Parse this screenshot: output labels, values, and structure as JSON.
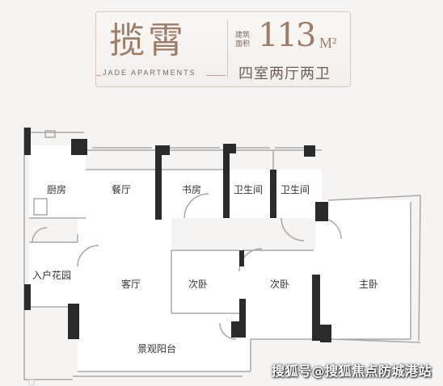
{
  "header": {
    "title": "揽霄",
    "subtitle": "JADE APARTMENTS",
    "area_label_line1": "建筑",
    "area_label_line2": "面积",
    "area_value": "113",
    "area_unit": "M²",
    "layout": "四室两厅两卫"
  },
  "rooms": {
    "kitchen": "厨房",
    "dining": "餐厅",
    "study": "书房",
    "bathroom_1": "卫生间",
    "bathroom_2": "卫生间",
    "garden": "入户花园",
    "living": "客厅",
    "bedroom_2a": "次卧",
    "bedroom_2b": "次卧",
    "master": "主卧",
    "balcony": "景观阳台"
  },
  "colors": {
    "wall": "#2b2b2b",
    "thin_wall": "#9a9a9a",
    "floor": "#ffffff",
    "accent": "#9c7d6a"
  },
  "watermark": "搜狐号@搜狐焦点防城港站"
}
